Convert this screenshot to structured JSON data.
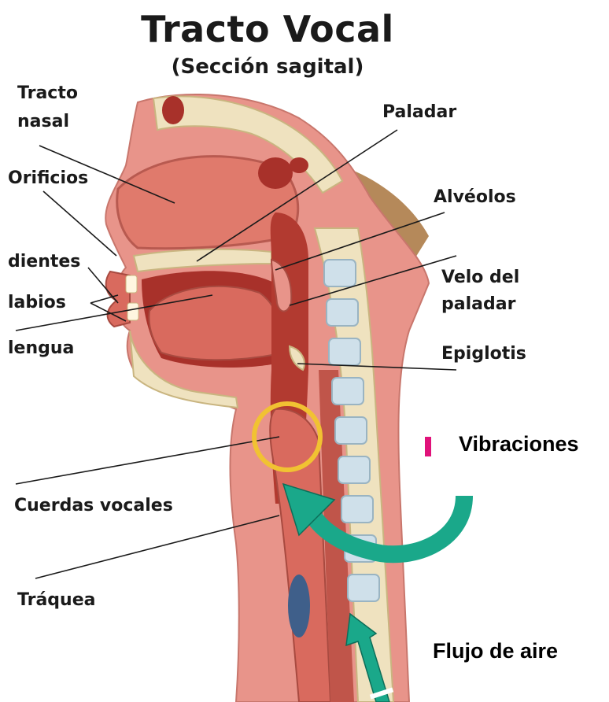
{
  "title": "Tracto Vocal",
  "subtitle": "(Sección sagital)",
  "labels": {
    "tracto_nasal_1": "Tracto",
    "tracto_nasal_2": "nasal",
    "orificios": "Orificios",
    "dientes": "dientes",
    "labios": "labios",
    "lengua": "lengua",
    "paladar": "Paladar",
    "alveolos": "Alvéolos",
    "velo_1": "Velo del",
    "velo_2": "paladar",
    "epiglotis": "Epiglotis",
    "cuerdas_vocales": "Cuerdas vocales",
    "traquea": "Tráquea",
    "vibraciones": "Vibraciones",
    "flujo_de_aire": "Flujo de aire"
  },
  "colors": {
    "tissue": "#e8948a",
    "tissue_dark": "#c0554a",
    "cavity": "#a8312a",
    "bone": "#efe2bf",
    "vertebra": "#cfe0ea",
    "skin_back": "#b5895a",
    "highlight_ring": "#f1c232",
    "arrow": "#1aa88a"
  }
}
